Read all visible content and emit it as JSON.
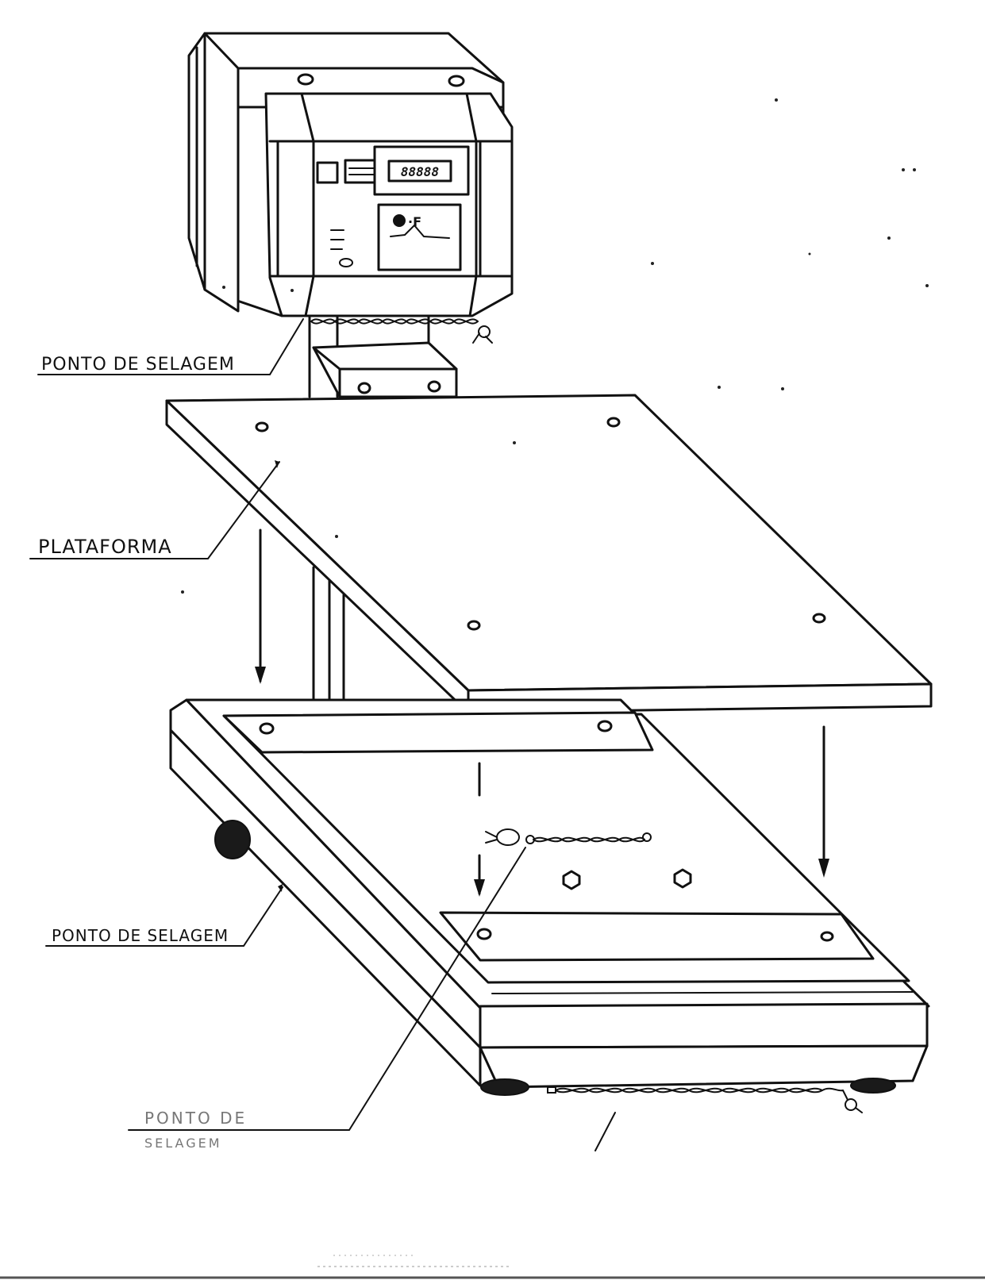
{
  "labels": {
    "seal_point_top": "PONTO DE SELAGEM",
    "platform": "PLATAFORMA",
    "seal_point_middle": "PONTO DE SELAGEM",
    "seal_point_bottom_line1": "PONTO DE",
    "seal_point_bottom_line2": "SELAGEM"
  },
  "indicator": {
    "display_text": "88888"
  },
  "colors": {
    "ink": "#111111",
    "paper": "#ffffff",
    "faint_ink": "#777777"
  }
}
